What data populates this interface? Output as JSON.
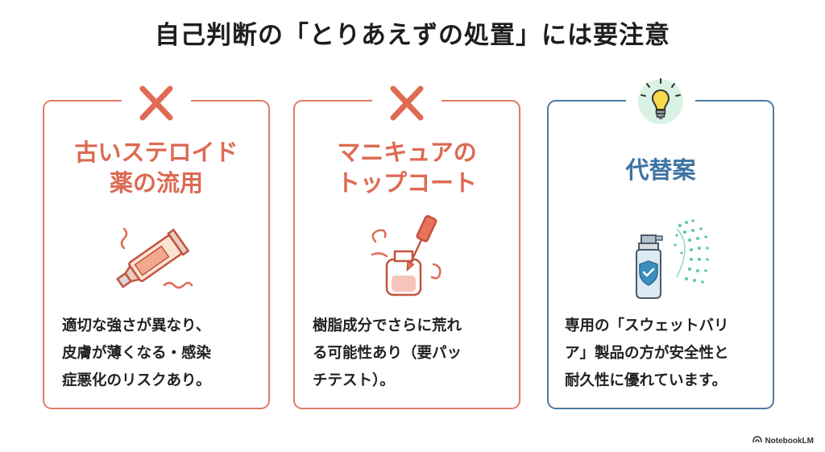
{
  "title": "自己判断の「とりあえずの処置」には要注意",
  "cards": [
    {
      "mark_icon": "cross-icon",
      "heading": "古いステロイド\n薬の流用",
      "illustration": "ointment-tube-icon",
      "text": "適切な強さが異なり、\n皮膚が薄くなる・感染\n症悪化のリスクあり。"
    },
    {
      "mark_icon": "cross-icon",
      "heading": "マニキュアの\nトップコート",
      "illustration": "nail-polish-bottle-icon",
      "text": "樹脂成分でさらに荒れ\nる可能性あり（要パッ\nチテスト）。"
    },
    {
      "mark_icon": "lightbulb-icon",
      "heading": "代替案",
      "illustration": "spray-bottle-icon",
      "text": "専用の「スウェットバリ\nア」製品の方が安全性と\n耐久性に優れています。"
    }
  ],
  "colors": {
    "warning": "#e07b68",
    "warning_text": "#dd6a52",
    "alternative": "#4f7ba1",
    "alternative_text": "#3f73a3"
  },
  "watermark": "NotebookLM"
}
